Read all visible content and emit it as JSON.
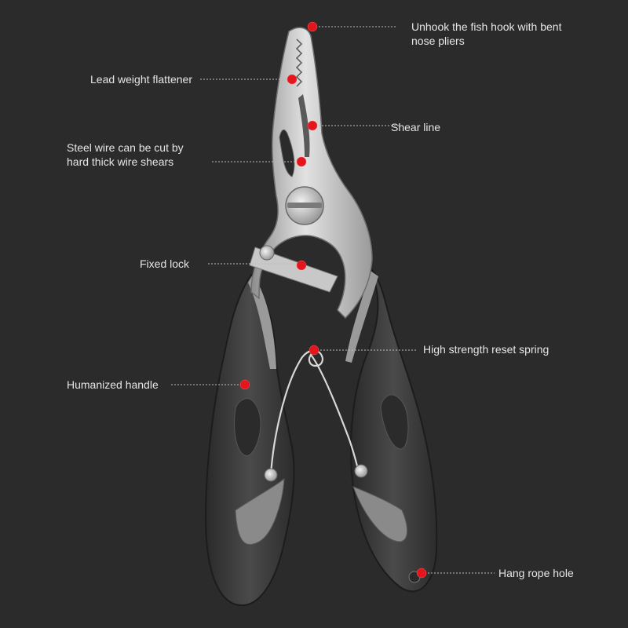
{
  "colors": {
    "background": "#2b2b2b",
    "marker": "#e4151c",
    "label_text": "#e6e6e6",
    "steel": "#b9b9b9",
    "handle": "#3a3a3a"
  },
  "annotations": {
    "hook": "Unhook the fish hook with bent nose pliers",
    "flattener": "Lead weight flattener",
    "shear": "Shear line",
    "wire_cutter": "Steel wire can be cut by hard thick wire shears",
    "lock": "Fixed lock",
    "spring": "High strength reset spring",
    "handle": "Humanized handle",
    "rope_hole": "Hang rope hole"
  }
}
